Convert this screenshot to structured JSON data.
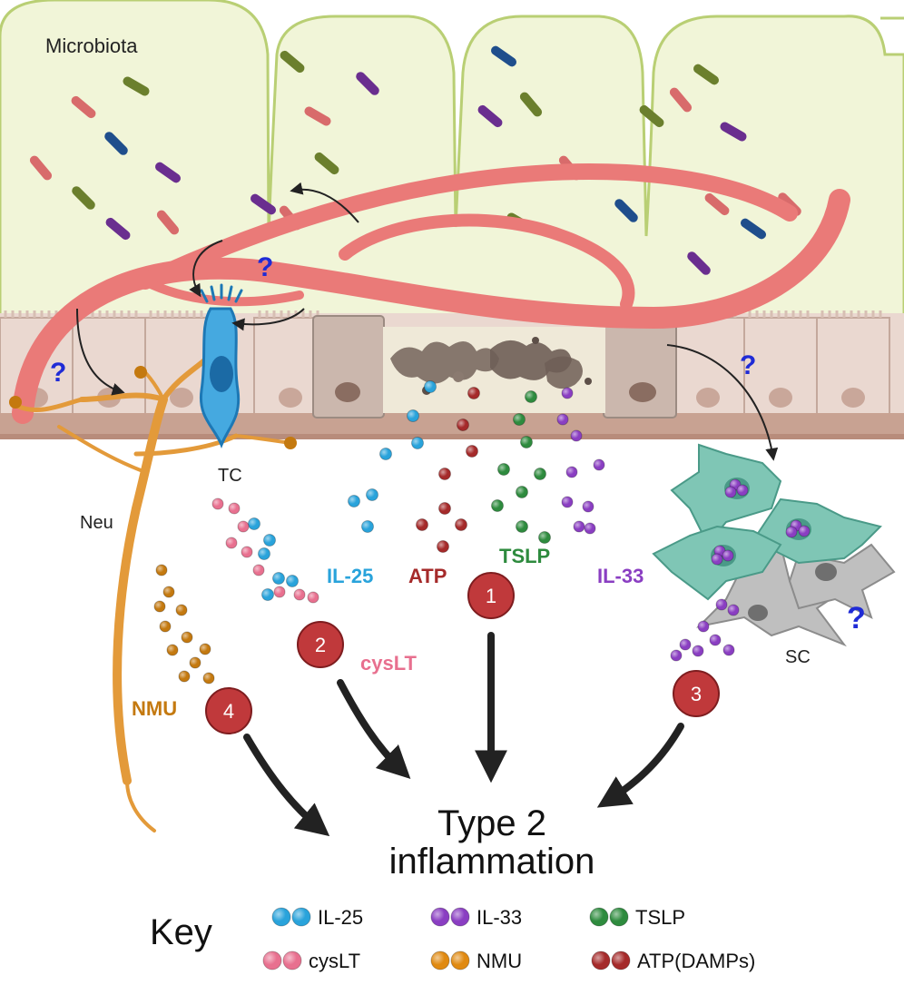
{
  "labels": {
    "microbiota": "Microbiota",
    "tc": "TC",
    "neu": "Neu",
    "sc": "SC",
    "il25": "IL-25",
    "atp": "ATP",
    "tslp": "TSLP",
    "il33": "IL-33",
    "cyslt": "cysLT",
    "nmu": "NMU",
    "outcome_line1": "Type 2",
    "outcome_line2": "inflammation",
    "question": "?"
  },
  "steps": [
    "1",
    "2",
    "3",
    "4"
  ],
  "key": {
    "title": "Key",
    "items": [
      {
        "label": "IL-25",
        "color": "#29a3db"
      },
      {
        "label": "IL-33",
        "color": "#8a3ec2"
      },
      {
        "label": "TSLP",
        "color": "#2e8b3e"
      },
      {
        "label": "cysLT",
        "color": "#e8708f"
      },
      {
        "label": "NMU",
        "color": "#e08a12"
      },
      {
        "label": "ATP(DAMPs)",
        "color": "#a52a2a"
      }
    ]
  },
  "colors": {
    "il25": "#29a3db",
    "atp": "#a52a2a",
    "tslp": "#2e8b3e",
    "il33": "#8a3ec2",
    "cyslt": "#e8708f",
    "nmu": "#c4790f",
    "step_circle": "#c0393b",
    "question": "#1f2bd6",
    "lumen": "#f1f5d8",
    "worm": "#ea7a78",
    "epithelium": "#ead8d0",
    "neuron": "#e39a3a",
    "tuft_cell": "#45a9e0",
    "stromal_cell": "#7fc6b5"
  }
}
